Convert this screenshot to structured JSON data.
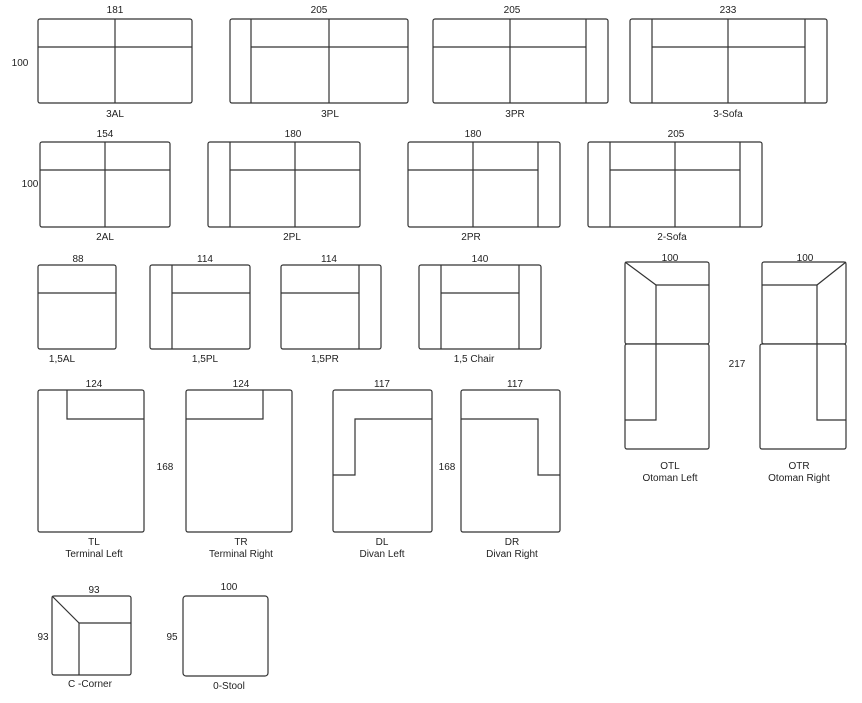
{
  "modules": [
    {
      "id": "3AL",
      "label": "3AL",
      "width": "181",
      "depth": "100"
    },
    {
      "id": "3PL",
      "label": "3PL",
      "width": "205"
    },
    {
      "id": "3PR",
      "label": "3PR",
      "width": "205"
    },
    {
      "id": "3sofa",
      "label": "3-Sofa",
      "width": "233"
    },
    {
      "id": "2AL",
      "label": "2AL",
      "width": "154",
      "depth": "100"
    },
    {
      "id": "2PL",
      "label": "2PL",
      "width": "180"
    },
    {
      "id": "2PR",
      "label": "2PR",
      "width": "180"
    },
    {
      "id": "2sofa",
      "label": "2-Sofa",
      "width": "205"
    },
    {
      "id": "15AL",
      "label": "1,5AL",
      "width": "88"
    },
    {
      "id": "15PL",
      "label": "1,5PL",
      "width": "114"
    },
    {
      "id": "15PR",
      "label": "1,5PR",
      "width": "114"
    },
    {
      "id": "15chair",
      "label": "1,5 Chair",
      "width": "140"
    },
    {
      "id": "OTL",
      "label": "OTL",
      "sublabel": "Otoman Left",
      "width": "100"
    },
    {
      "id": "OTR",
      "label": "OTR",
      "sublabel": "Otoman Right",
      "width": "100",
      "depth": "217"
    },
    {
      "id": "TL",
      "label": "TL",
      "sublabel": "Terminal Left",
      "width": "124"
    },
    {
      "id": "TR",
      "label": "TR",
      "sublabel": "Terminal Right",
      "width": "124",
      "depth": "168"
    },
    {
      "id": "DL",
      "label": "DL",
      "sublabel": "Divan Left",
      "width": "117"
    },
    {
      "id": "DR",
      "label": "DR",
      "sublabel": "Divan Right",
      "width": "117",
      "depth": "168"
    },
    {
      "id": "corner",
      "label": "C -Corner",
      "width": "93",
      "depth": "93"
    },
    {
      "id": "stool",
      "label": "0-Stool",
      "width": "100",
      "depth": "95"
    }
  ]
}
